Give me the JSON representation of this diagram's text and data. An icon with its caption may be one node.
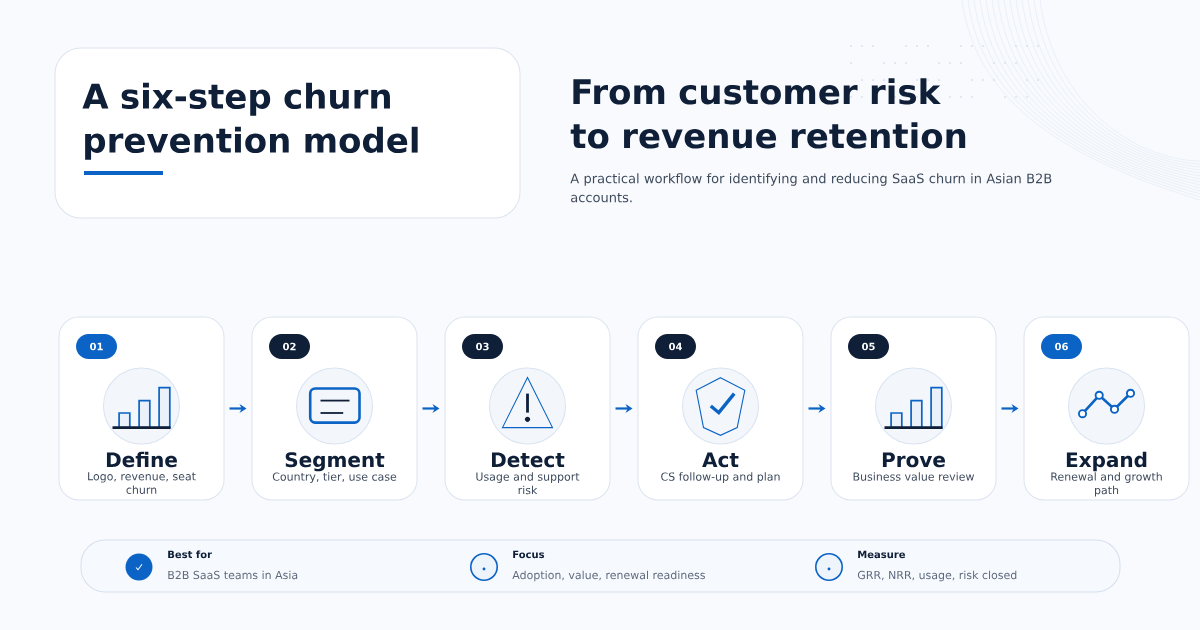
{
  "diagram": {
    "title": "A six-step churn prevention model",
    "nodes": [
      {
        "text": [
          "01",
          "Define",
          "Logo, revenue, seat churn"
        ]
      },
      {
        "text": [
          "02",
          "Segment",
          "Country, tier, use case"
        ]
      },
      {
        "text": [
          "03",
          "Detect",
          "Usage and support risk"
        ]
      },
      {
        "text": [
          "04",
          "Act",
          "CS follow-up and plan"
        ]
      },
      {
        "text": [
          "05",
          "Prove",
          "Business value review"
        ]
      },
      {
        "text": [
          "06",
          "Expand",
          "Renewal and growth path"
        ]
      },
      {
        "text": [
          "Best for",
          "B2B SaaS teams in Asia",
          "Focus",
          "Adoption, value, renewal readiness",
          "Measure",
          "GRR, NRR, usage, risk closed"
        ]
      }
    ],
    "edges": [
      {
        "from": 0,
        "to": 1,
        "arrow": "to"
      },
      {
        "from": 1,
        "to": 2,
        "arrow": "to"
      },
      {
        "from": 2,
        "to": 3,
        "arrow": "to"
      },
      {
        "from": 3,
        "to": 4,
        "arrow": "to"
      },
      {
        "from": 4,
        "to": 5,
        "arrow": "to"
      }
    ],
    "labels": [
      "From customer risk to revenue retention",
      "A practical workflow for identifying and reducing SaaS churn in Asian B2B accounts."
    ]
  }
}
